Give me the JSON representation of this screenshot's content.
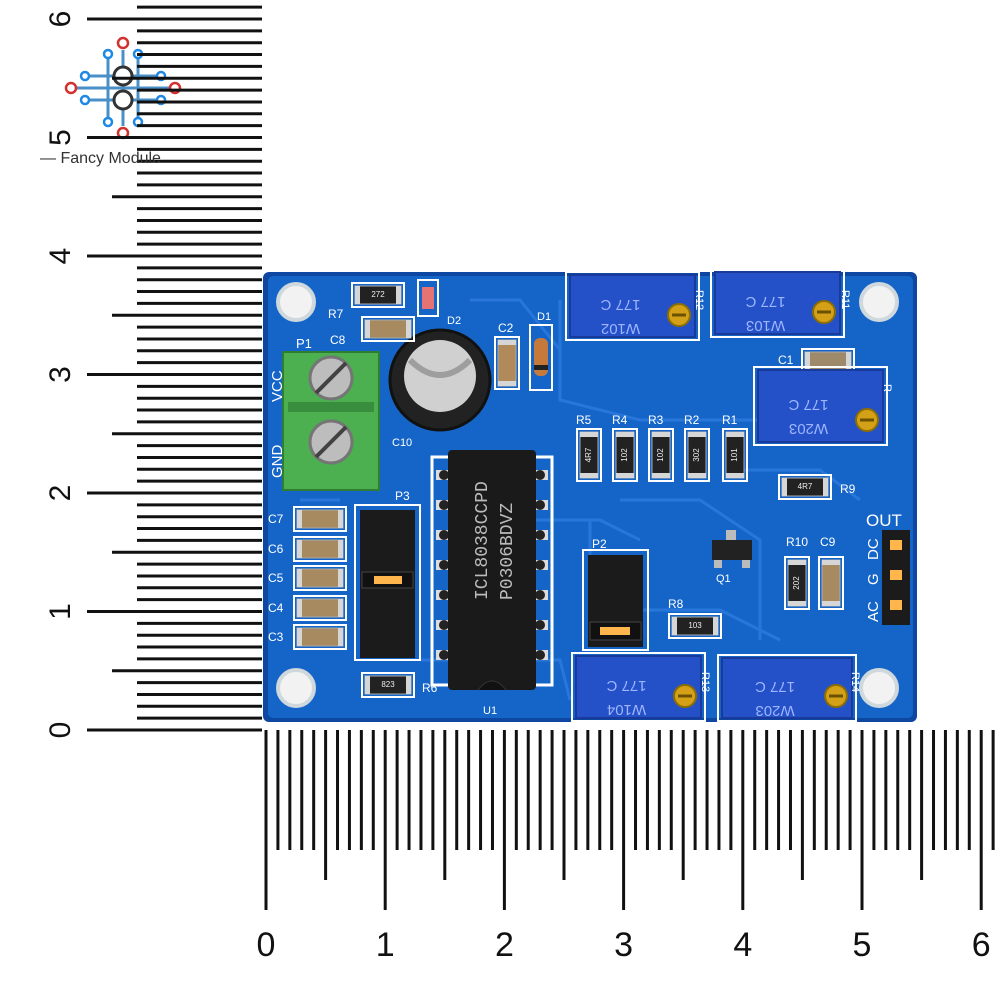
{
  "brand": {
    "name": "Fancy Module"
  },
  "colors": {
    "pcb": "#1565c8",
    "pcb_edge": "#0d47a1",
    "trace": "#2f7be0",
    "pot": "#2450c8",
    "terminal": "#4caf50",
    "silk": "#ffffff",
    "ruler": "#111111"
  },
  "rulers": {
    "left_labels": [
      "0",
      "1",
      "2",
      "3",
      "4",
      "5",
      "6"
    ],
    "bottom_labels": [
      "0",
      "1",
      "2",
      "3",
      "4",
      "5",
      "6"
    ]
  },
  "board": {
    "terminal": {
      "label": "P1",
      "pins": [
        "VCC",
        "GND"
      ]
    },
    "ic": {
      "ref": "U1",
      "lines": [
        "ICL8038CCPD",
        "P0306BDVZ"
      ]
    },
    "capacitor_electrolytic": {
      "ref": "C10"
    },
    "resistors": [
      {
        "ref": "R1",
        "code": "101"
      },
      {
        "ref": "R2",
        "code": "302"
      },
      {
        "ref": "R3",
        "code": "102"
      },
      {
        "ref": "R4",
        "code": "102"
      },
      {
        "ref": "R5",
        "code": "4R7"
      },
      {
        "ref": "R6",
        "code": "823"
      },
      {
        "ref": "R7",
        "code": "272"
      },
      {
        "ref": "R8",
        "code": "103"
      },
      {
        "ref": "R9",
        "code": "4R7"
      },
      {
        "ref": "R10",
        "code": "202"
      }
    ],
    "capacitors": [
      "C1",
      "C2",
      "C3",
      "C4",
      "C5",
      "C6",
      "C7",
      "C8",
      "C9"
    ],
    "diodes": [
      "D1",
      "D2"
    ],
    "transistor": {
      "ref": "Q1"
    },
    "headers": [
      "P2",
      "P3"
    ],
    "pots": [
      {
        "ref": "R12",
        "top": "177 C",
        "bottom": "W102"
      },
      {
        "ref": "R11",
        "top": "177 C",
        "bottom": "W103"
      },
      {
        "ref": "R",
        "top": "177 C",
        "bottom": "W203"
      },
      {
        "ref": "R13",
        "top": "177 C",
        "bottom": "W104"
      },
      {
        "ref": "R14",
        "top": "177 C",
        "bottom": "W203"
      }
    ],
    "output": {
      "title": "OUT",
      "pins": [
        "DC",
        "G",
        "AC"
      ]
    }
  }
}
